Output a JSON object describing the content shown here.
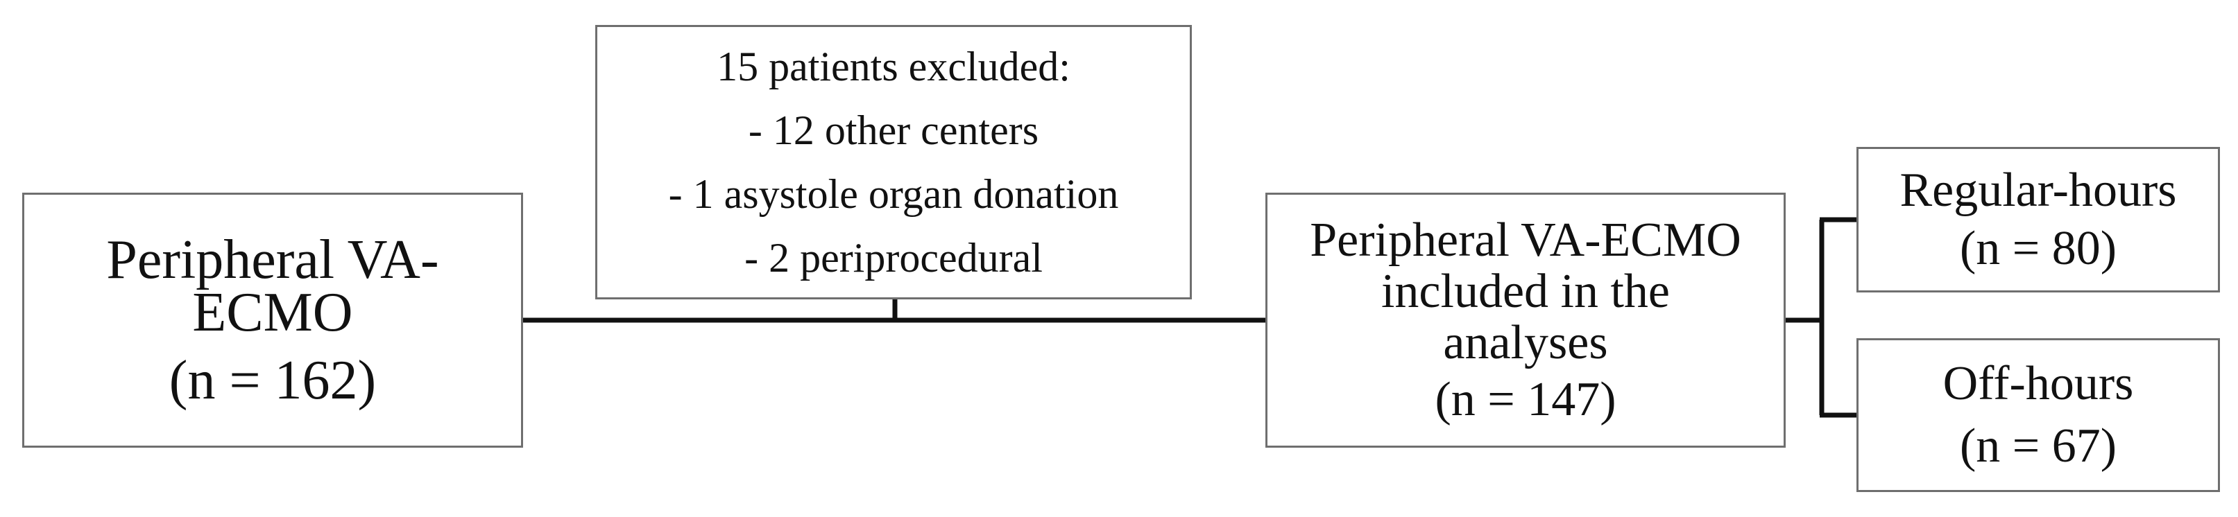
{
  "flowchart": {
    "initial": {
      "title_lines": [
        "Peripheral VA-",
        "ECMO"
      ],
      "count": "(n = 162)"
    },
    "excluded": {
      "lines": [
        "15 patients excluded:",
        "- 12 other centers",
        "- 1 asystole organ donation",
        "- 2 periprocedural"
      ]
    },
    "included": {
      "title_lines": [
        "Peripheral VA-ECMO",
        "included in the",
        "analyses"
      ],
      "count": "(n = 147)"
    },
    "regular_hours": {
      "label": "Regular-hours",
      "count": "(n = 80)"
    },
    "off_hours": {
      "label": "Off-hours",
      "count": "(n = 67)"
    }
  },
  "colors": {
    "box_border": "#6f6f6f",
    "connector": "#111111",
    "text": "#111111",
    "background": "#ffffff"
  }
}
